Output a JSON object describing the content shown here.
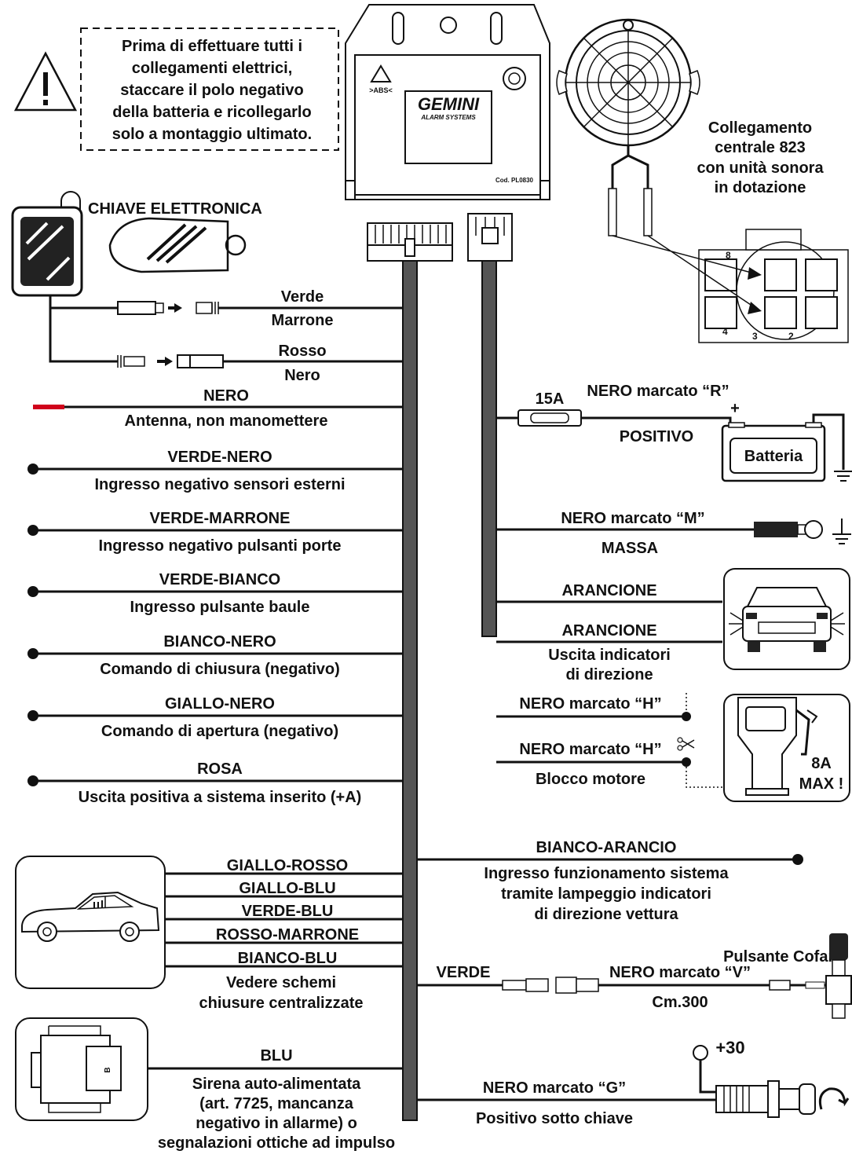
{
  "warning": {
    "lines": [
      "Prima di effettuare tutti i",
      "collegamenti elettrici,",
      "staccare il polo negativo",
      "della batteria e ricollegarlo",
      "solo a montaggio ultimato."
    ]
  },
  "unit": {
    "brand": "GEMINI",
    "brand_sub": "ALARM SYSTEMS",
    "code": "Cod. PL0830",
    "recycle": ">ABS<"
  },
  "siren_block": {
    "title_lines": [
      "Collegamento",
      "centrale 823",
      "con unità sonora",
      "in dotazione"
    ],
    "pins": [
      "8",
      "4",
      "3",
      "2"
    ]
  },
  "key": {
    "title": "CHIAVE ELETTRONICA"
  },
  "left_wires": [
    {
      "color": "Verde",
      "desc": "Marrone"
    },
    {
      "color": "Rosso",
      "desc": "Nero"
    },
    {
      "color": "NERO",
      "desc": "Antenna, non manomettere"
    },
    {
      "color": "VERDE-NERO",
      "desc": "Ingresso negativo sensori esterni"
    },
    {
      "color": "VERDE-MARRONE",
      "desc": "Ingresso negativo pulsanti porte"
    },
    {
      "color": "VERDE-BIANCO",
      "desc": "Ingresso pulsante baule"
    },
    {
      "color": "BIANCO-NERO",
      "desc": "Comando di chiusura (negativo)"
    },
    {
      "color": "GIALLO-NERO",
      "desc": "Comando di apertura (negativo)"
    },
    {
      "color": "ROSA",
      "desc": "Uscita positiva a sistema inserito (+A)"
    }
  ],
  "central_locking": {
    "wires": [
      "GIALLO-ROSSO",
      "GIALLO-BLU",
      "VERDE-BLU",
      "ROSSO-MARRONE",
      "BIANCO-BLU"
    ],
    "desc_lines": [
      "Vedere schemi",
      "chiusure centralizzate"
    ]
  },
  "siren_wire": {
    "color": "BLU",
    "desc_lines": [
      "Sirena auto-alimentata",
      "(art. 7725, mancanza",
      "negativo in allarme) o",
      "segnalazioni ottiche ad impulso"
    ],
    "device_label": "B"
  },
  "right_wires": {
    "fuse": "15A",
    "positive_wire": "NERO marcato “R”",
    "positive_label": "POSITIVO",
    "battery": "Batteria",
    "battery_plus": "+",
    "ground_wire": "NERO marcato “M”",
    "ground_label": "MASSA",
    "indicator_wire_1": "ARANCIONE",
    "indicator_wire_2": "ARANCIONE",
    "indicator_desc": [
      "Uscita indicatori",
      "di direzione"
    ],
    "immob_wire_1": "NERO marcato “H”",
    "immob_wire_2": "NERO marcato “H”",
    "immob_desc": "Blocco motore",
    "immob_rating": [
      "8A",
      "MAX !"
    ]
  },
  "flash_input": {
    "color": "BIANCO-ARANCIO",
    "desc_lines": [
      "Ingresso funzionamento sistema",
      "tramite lampeggio indicatori",
      "di direzione vettura"
    ]
  },
  "hood": {
    "title": "Pulsante Cofano",
    "wire_left": "VERDE",
    "wire_right": "NERO marcato “V”",
    "length": "Cm.300"
  },
  "ignition": {
    "voltage": "+30",
    "wire": "NERO marcato “G”",
    "desc": "Positivo sotto chiave"
  }
}
